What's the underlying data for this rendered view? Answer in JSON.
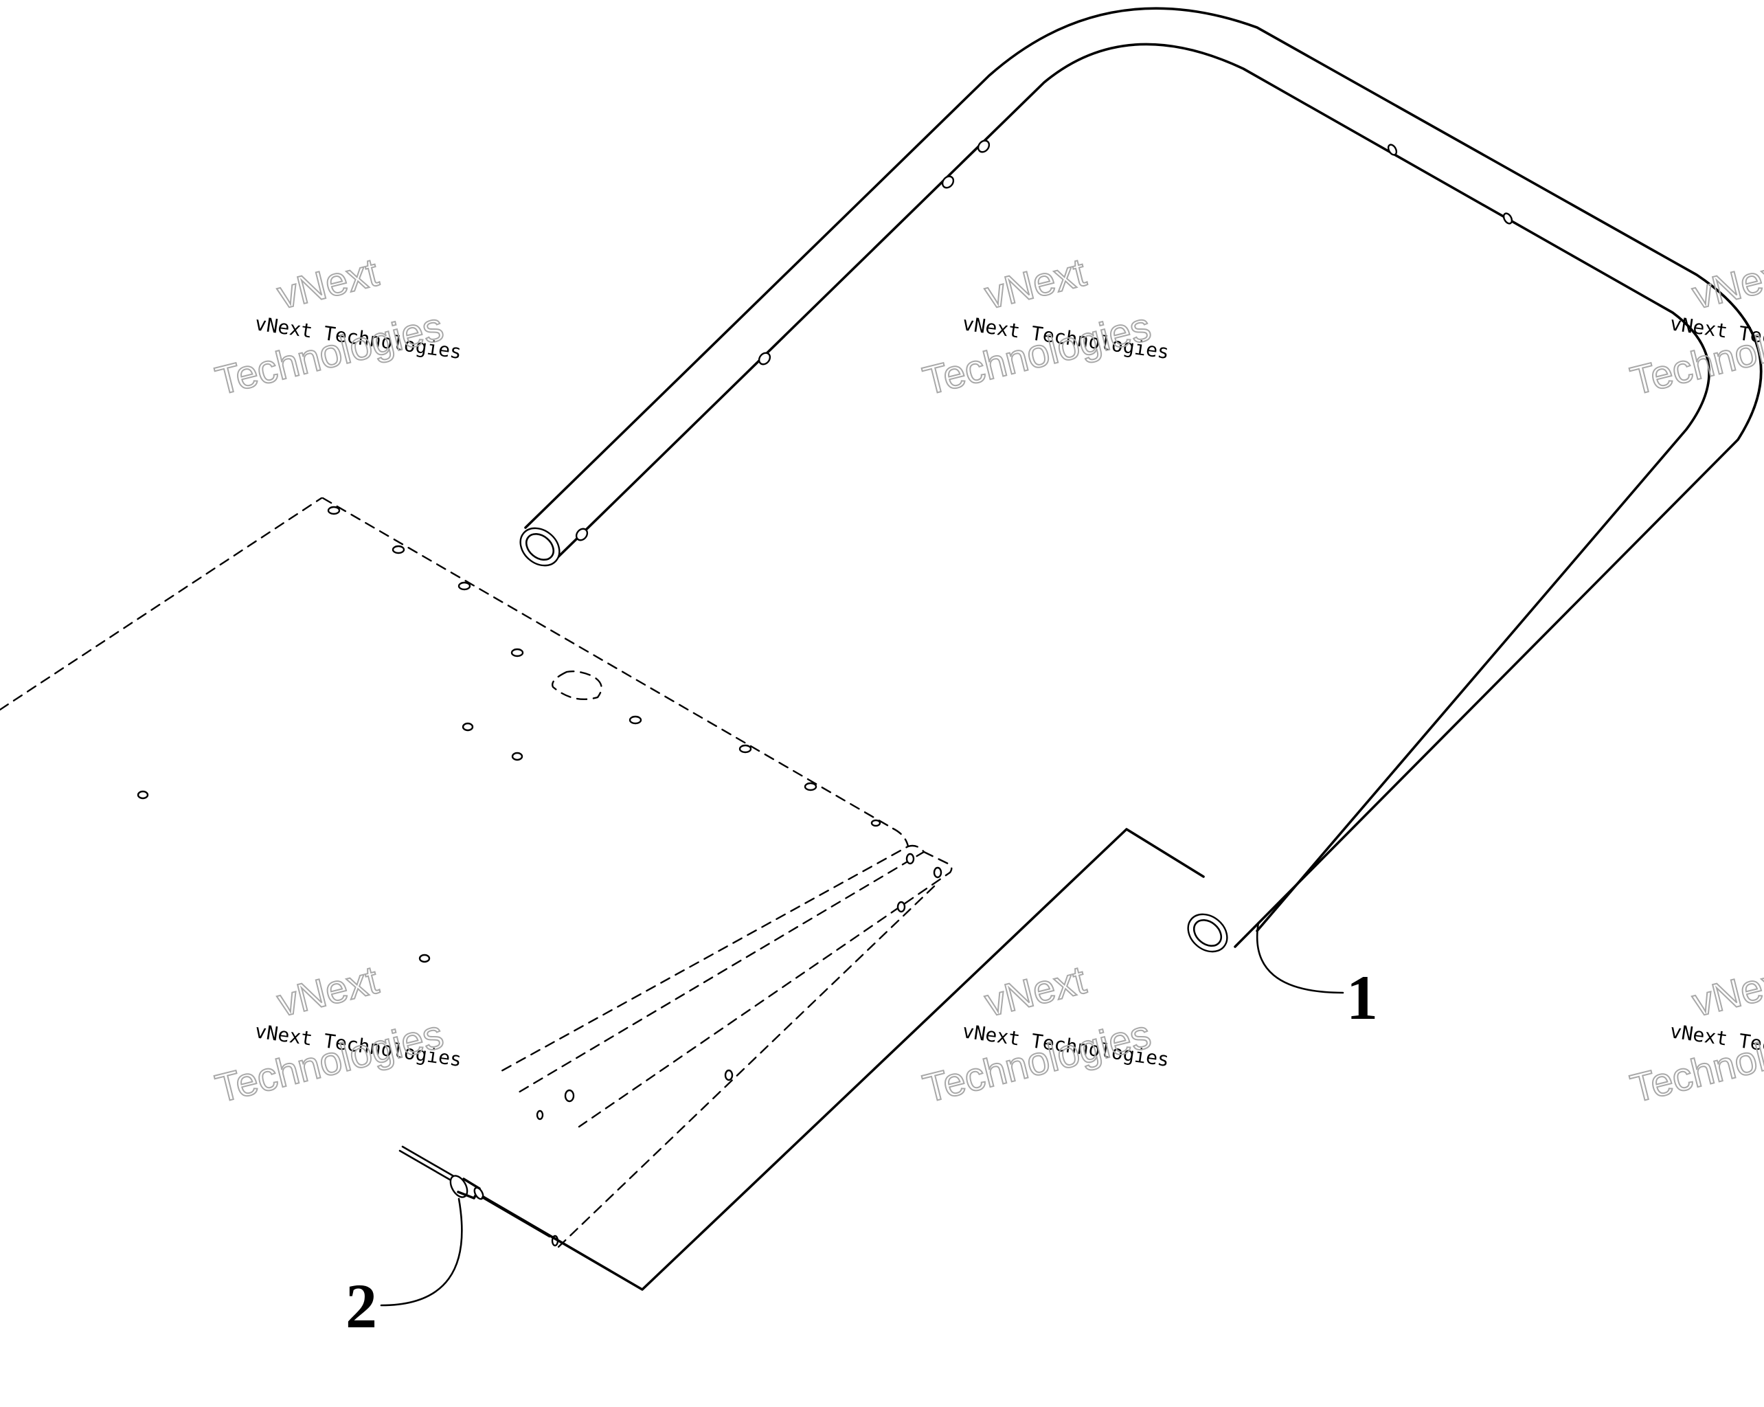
{
  "diagram": {
    "callouts": [
      {
        "id": "callout-1",
        "label": "1"
      },
      {
        "id": "callout-2",
        "label": "2"
      }
    ],
    "watermark": {
      "line_small": "vNext Technologies",
      "line_big_1": "vNext",
      "line_big_2": "Technologies"
    }
  }
}
